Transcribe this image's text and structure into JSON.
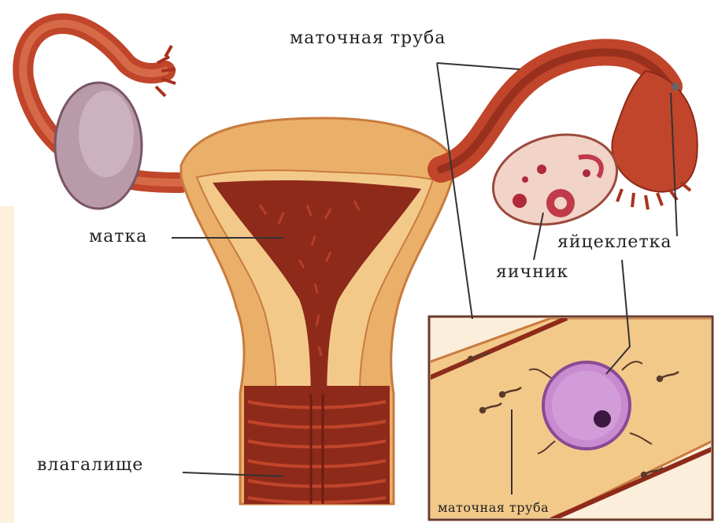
{
  "labels": {
    "tube_top": "маточная труба",
    "uterus": "матка",
    "egg": "яйцеклетка",
    "ovary": "яичник",
    "vagina": "влагалище",
    "tube_inset": "маточная труба"
  },
  "colors": {
    "flesh": "#eab06a",
    "flesh_dark": "#c97b3f",
    "inner": "#8e2a1a",
    "tube": "#c0452a",
    "ovary_left": "#b89aa8",
    "ovary_right": "#f1d3c8",
    "egg": "#c98bd0",
    "side_panel": "#fdf0dc"
  }
}
